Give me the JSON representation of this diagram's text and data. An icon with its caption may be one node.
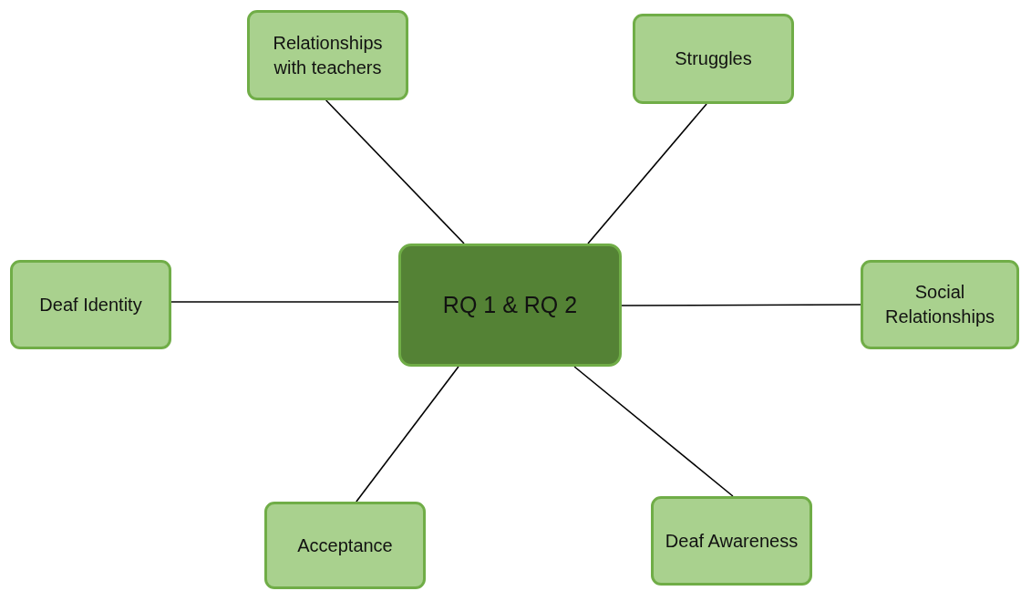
{
  "diagram": {
    "nodes": [
      {
        "text": [
          "RQ 1 & RQ 2"
        ]
      },
      {
        "text": [
          "Relationships with teachers"
        ]
      },
      {
        "text": [
          "Struggles"
        ]
      },
      {
        "text": [
          "Deaf Identity"
        ]
      },
      {
        "text": [
          "Social Relationships"
        ]
      },
      {
        "text": [
          "Acceptance"
        ]
      },
      {
        "text": [
          "Deaf Awareness"
        ]
      }
    ],
    "edges": [
      {
        "from": 0,
        "to": 1,
        "arrow": "none"
      },
      {
        "from": 0,
        "to": 2,
        "arrow": "none"
      },
      {
        "from": 0,
        "to": 3,
        "arrow": "none"
      },
      {
        "from": 0,
        "to": 4,
        "arrow": "none"
      },
      {
        "from": 0,
        "to": 5,
        "arrow": "none"
      },
      {
        "from": 0,
        "to": 6,
        "arrow": "none"
      }
    ]
  }
}
